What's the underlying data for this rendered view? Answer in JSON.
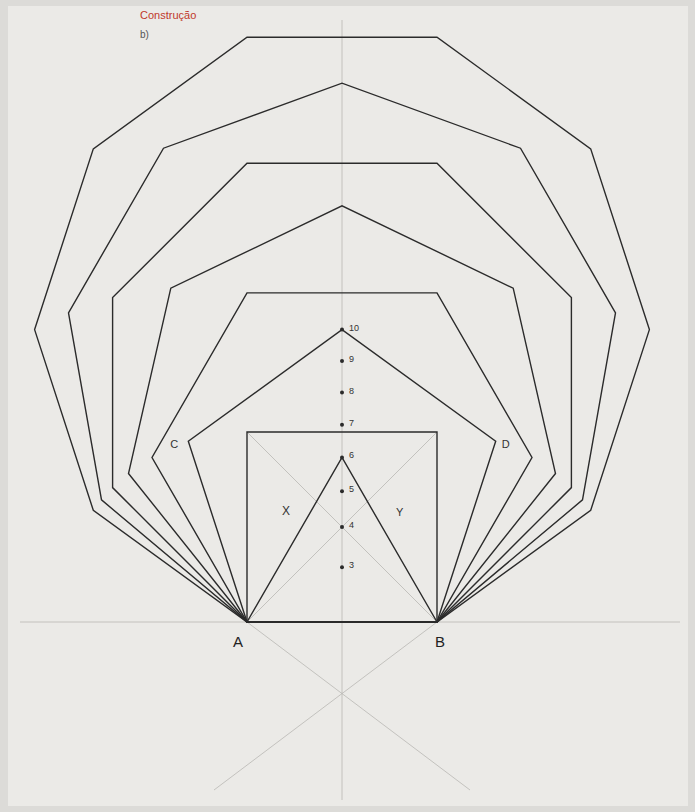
{
  "diagram": {
    "labels": [
      "Construção",
      "b)",
      "A",
      "B",
      "C",
      "D",
      "X",
      "Y",
      "10",
      "9",
      "8",
      "7",
      "6",
      "5",
      "4",
      "3"
    ]
  }
}
